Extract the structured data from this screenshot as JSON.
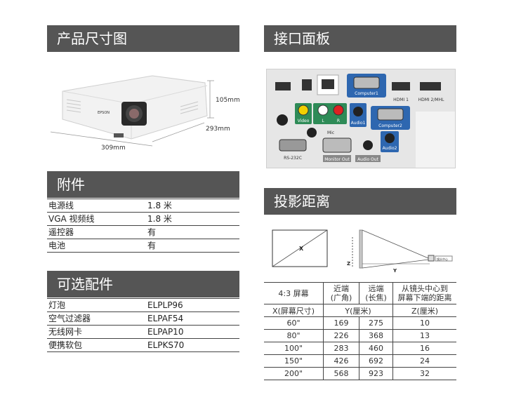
{
  "sections": {
    "dimensions_title": "产品尺寸图",
    "ports_title": "接口面板",
    "accessories_title": "附件",
    "options_title": "可选配件",
    "throw_title": "投影距离"
  },
  "dimensions": {
    "height": "105mm",
    "depth": "293mm",
    "width": "309mm",
    "brand": "EPSON"
  },
  "ports": {
    "computer1": "Computer1",
    "hdmi1": "HDMI 1",
    "hdmi2": "HDMI 2/MHL",
    "video": "Video",
    "l": "L",
    "r": "R",
    "audio1": "Audio1",
    "computer2": "Computer2",
    "mic": "Mic",
    "audio2": "Audio2",
    "rs232c": "RS-232C",
    "monitor_out": "Monitor Out",
    "audio_out": "Audio Out"
  },
  "accessories": [
    {
      "name": "电源线",
      "value": "1.8 米"
    },
    {
      "name": "VGA 视频线",
      "value": "1.8 米"
    },
    {
      "name": "遥控器",
      "value": "有"
    },
    {
      "name": "电池",
      "value": "有"
    }
  ],
  "options": [
    {
      "name": "灯泡",
      "value": "ELPLP96"
    },
    {
      "name": "空气过滤器",
      "value": "ELPAF54"
    },
    {
      "name": "无线网卡",
      "value": "ELPAP10"
    },
    {
      "name": "便携软包",
      "value": "ELPKS70"
    }
  ],
  "diagram": {
    "x": "X",
    "y": "Y",
    "z": "Z",
    "lens_center": "镜头中心"
  },
  "throw_table": {
    "h_ratio": "4:3 屏幕",
    "h_near": "近端\n(广角)",
    "h_far": "远端\n(长焦)",
    "h_offset": "从镜头中心到\n屏幕下端的距离",
    "u_x": "X(屏幕尺寸)",
    "u_y": "Y(厘米)",
    "u_z": "Z(厘米)",
    "rows": [
      {
        "x": "60\"",
        "near": "169",
        "far": "275",
        "z": "10"
      },
      {
        "x": "80\"",
        "near": "226",
        "far": "368",
        "z": "13"
      },
      {
        "x": "100\"",
        "near": "283",
        "far": "460",
        "z": "16"
      },
      {
        "x": "150\"",
        "near": "426",
        "far": "692",
        "z": "24"
      },
      {
        "x": "200\"",
        "near": "568",
        "far": "923",
        "z": "32"
      }
    ]
  }
}
